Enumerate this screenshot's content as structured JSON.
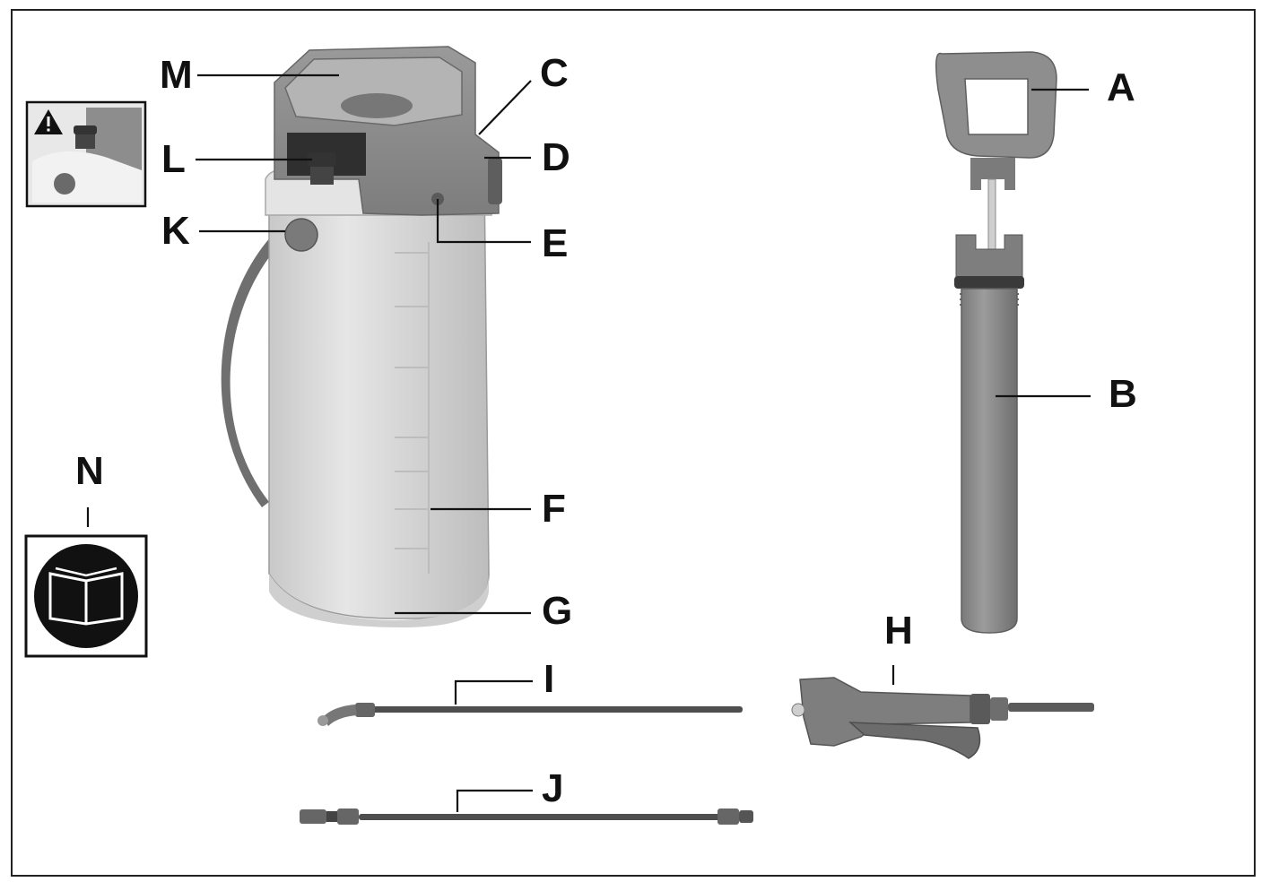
{
  "diagram": {
    "part_labels": {
      "A": "A",
      "B": "B",
      "C": "C",
      "D": "D",
      "E": "E",
      "F": "F",
      "G": "G",
      "H": "H",
      "I": "I",
      "J": "J",
      "K": "K",
      "L": "L",
      "M": "M",
      "N": "N"
    },
    "colors": {
      "plastic_dark": "#8a8a8a",
      "plastic_mid": "#a3a3a3",
      "tank_light": "#dcdcdc",
      "strap": "#6f6f6f",
      "rod": "#555555",
      "line": "#111111"
    },
    "icons": {
      "warning": "warning-triangle-icon",
      "manual": "open-book-icon"
    }
  }
}
